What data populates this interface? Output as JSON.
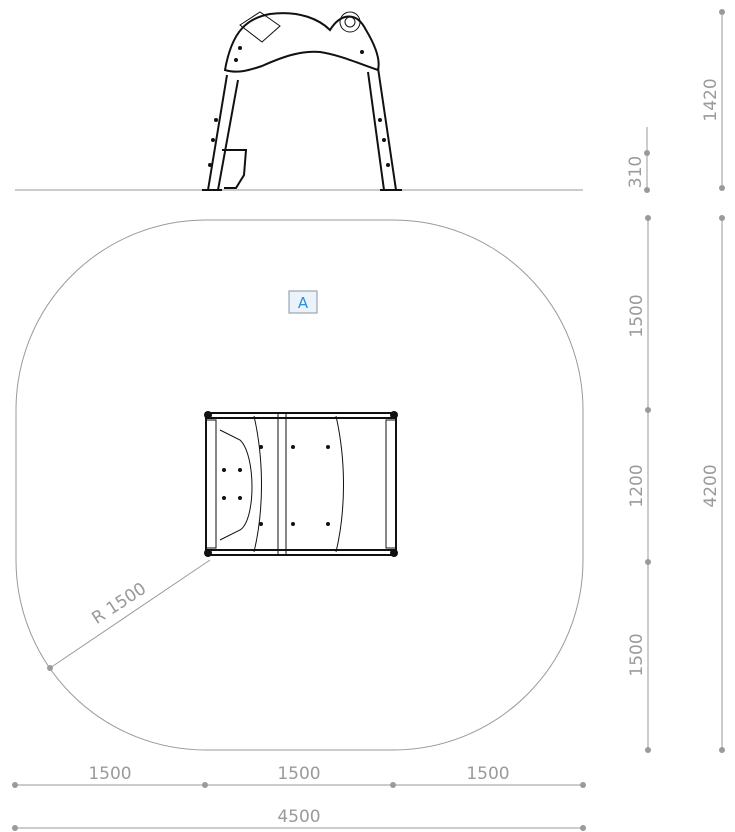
{
  "zone_label": "A",
  "dimensions": {
    "side_height": "1420",
    "side_offset": "310",
    "plan_top": "1500",
    "plan_middle": "1200",
    "plan_bottom": "1500",
    "plan_total_depth": "4200",
    "width_left": "1500",
    "width_middle": "1500",
    "width_right": "1500",
    "width_total": "4500",
    "radius": "R 1500"
  },
  "colors": {
    "dimension": "#9a9a9a",
    "drawing": "#111111",
    "zone_label": "#2b8fd9"
  }
}
